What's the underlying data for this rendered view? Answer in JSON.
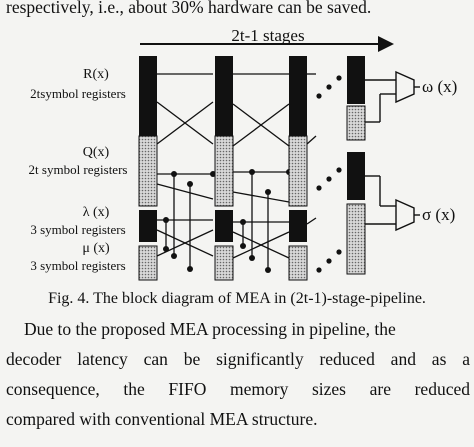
{
  "paper": {
    "top_line": "respectively, i.e., about 30% hardware can be saved.",
    "figure": {
      "stages_label": "2t-1 stages",
      "inputs": [
        {
          "name": "R(x)",
          "desc": "2tsymbol registers"
        },
        {
          "name": "Q(x)",
          "desc": "2t symbol registers"
        },
        {
          "name": "λ (x)",
          "desc": "3 symbol registers"
        },
        {
          "name": "μ (x)",
          "desc": "3 symbol registers"
        }
      ],
      "outputs": [
        "ω (x)",
        "σ (x)"
      ],
      "caption": "Fig. 4. The block diagram of MEA in (2t-1)-stage-pipeline."
    },
    "paragraph_lines": [
      "Due to the proposed MEA processing in pipeline, the",
      "decoder latency can be significantly reduced and as a",
      "consequence, the FIFO memory sizes are reduced",
      "compared with conventional MEA structure."
    ]
  }
}
